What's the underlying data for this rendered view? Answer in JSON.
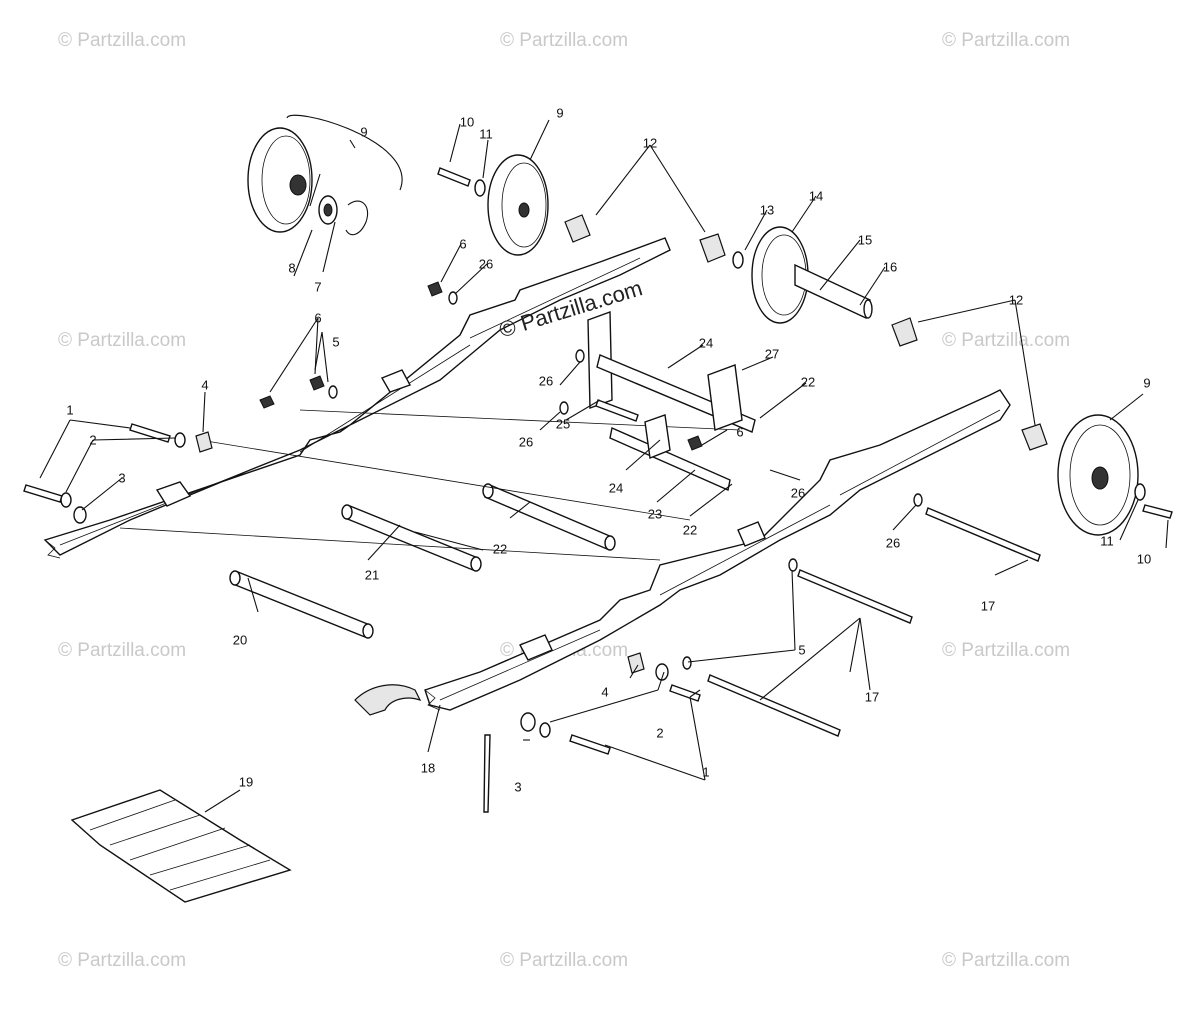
{
  "watermark_text": "© Partzilla.com",
  "center_watermark_text": "© Partzilla.com",
  "callouts": [
    "1",
    "2",
    "3",
    "4",
    "5",
    "6",
    "7",
    "8",
    "9",
    "10",
    "11",
    "12",
    "13",
    "14",
    "15",
    "16",
    "17",
    "18",
    "19",
    "20",
    "21",
    "22",
    "23",
    "24",
    "25",
    "26",
    "27"
  ],
  "colors": {
    "line": "#111111",
    "watermark": "#c9c9c9",
    "background": "#ffffff"
  }
}
